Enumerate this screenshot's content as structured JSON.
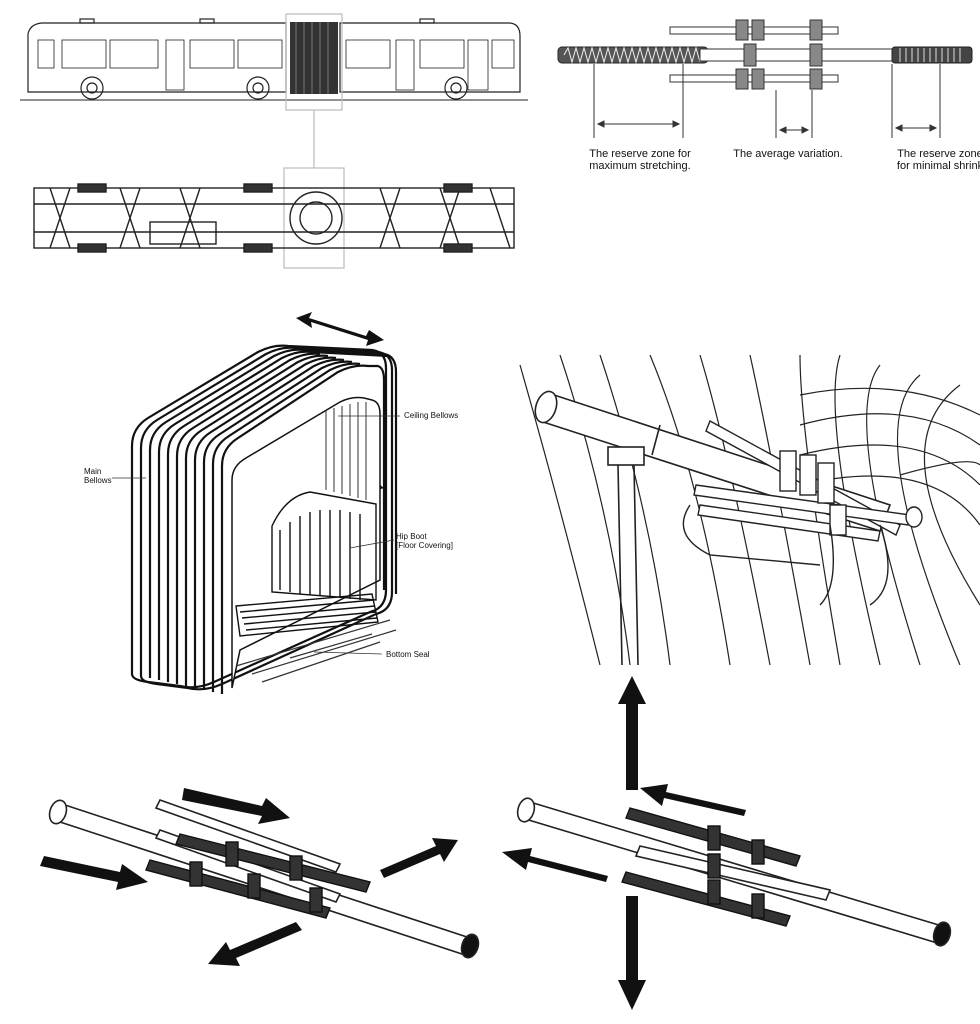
{
  "telescopic": {
    "zone_max_line1": "The reserve zone for",
    "zone_max_line2": "maximum stretching.",
    "avg_variation": "The average variation.",
    "zone_min_line1": "The reserve zone",
    "zone_min_line2": "for minimal shrink"
  },
  "bellows": {
    "ceiling": "Ceiling Bellows",
    "main_line1": "Main",
    "main_line2": "Bellows",
    "hip_line1": "Hip Boot",
    "hip_line2": "[Floor Covering]",
    "bottom_seal": "Bottom Seal"
  }
}
